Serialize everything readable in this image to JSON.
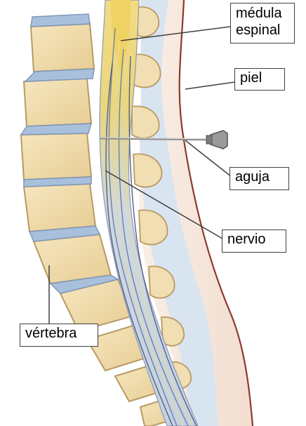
{
  "labels": {
    "spinal_cord": {
      "line1": "médula",
      "line2": "espinal"
    },
    "skin": "piel",
    "needle": "aguja",
    "nerve": "nervio",
    "vertebra": "vértebra"
  },
  "colors": {
    "skin_line": "#8b3a2e",
    "vertebra_fill": "#f0ddb0",
    "vertebra_edge": "#b89a63",
    "disc_fill": "#a9c0dc",
    "cord_fill": "#e8cf70",
    "nerve_fill": "#c8d6ea",
    "needle": "#8e8e8e",
    "leader_line": "#404040"
  }
}
